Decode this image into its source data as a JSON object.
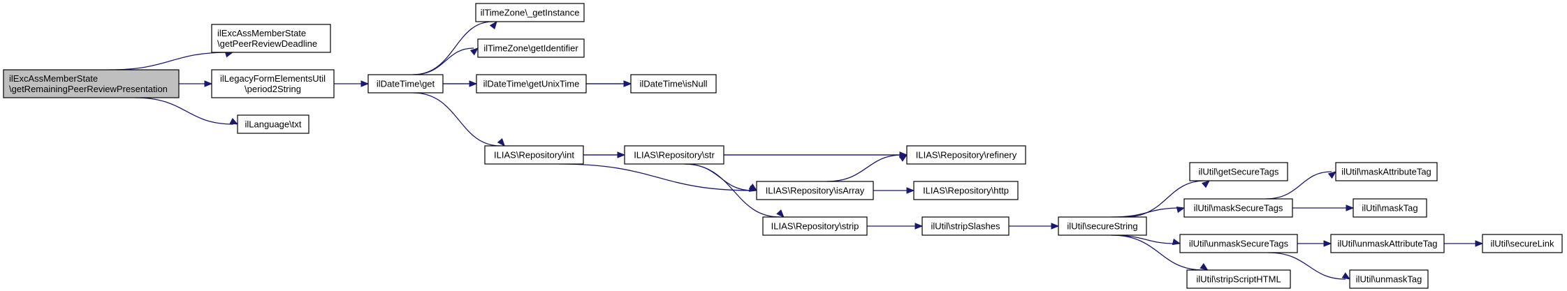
{
  "diagram": {
    "type": "call-graph",
    "root": "root",
    "colors": {
      "edge": "#191970",
      "root_fill": "#bfbfbf",
      "node_fill": "#ffffff",
      "border": "#000000"
    },
    "nodes": [
      {
        "id": "root",
        "lines": [
          "ilExcAssMemberState",
          "\\getRemainingPeerReviewPresentation"
        ],
        "align": "left"
      },
      {
        "id": "deadline",
        "lines": [
          "ilExcAssMemberState",
          "\\getPeerReviewDeadline"
        ],
        "align": "left"
      },
      {
        "id": "period2",
        "lines": [
          "ilLegacyFormElementsUtil",
          "\\period2String"
        ],
        "align": "center"
      },
      {
        "id": "lngtxt",
        "lines": [
          "ilLanguage\\txt"
        ]
      },
      {
        "id": "dtget",
        "lines": [
          "ilDateTime\\get"
        ]
      },
      {
        "id": "tzinst",
        "lines": [
          "ilTimeZone\\_getInstance"
        ]
      },
      {
        "id": "tzid",
        "lines": [
          "ilTimeZone\\getIdentifier"
        ]
      },
      {
        "id": "unix",
        "lines": [
          "ilDateTime\\getUnixTime"
        ]
      },
      {
        "id": "isnull",
        "lines": [
          "ilDateTime\\isNull"
        ]
      },
      {
        "id": "rint",
        "lines": [
          "ILIAS\\Repository\\int"
        ]
      },
      {
        "id": "rstr",
        "lines": [
          "ILIAS\\Repository\\str"
        ]
      },
      {
        "id": "refinery",
        "lines": [
          "ILIAS\\Repository\\refinery"
        ]
      },
      {
        "id": "isarray",
        "lines": [
          "ILIAS\\Repository\\isArray"
        ]
      },
      {
        "id": "http",
        "lines": [
          "ILIAS\\Repository\\http"
        ]
      },
      {
        "id": "strip",
        "lines": [
          "ILIAS\\Repository\\strip"
        ]
      },
      {
        "id": "stripslashes",
        "lines": [
          "ilUtil\\stripSlashes"
        ]
      },
      {
        "id": "securestring",
        "lines": [
          "ilUtil\\secureString"
        ]
      },
      {
        "id": "getsecuretags",
        "lines": [
          "ilUtil\\getSecureTags"
        ]
      },
      {
        "id": "masksecuretags",
        "lines": [
          "ilUtil\\maskSecureTags"
        ]
      },
      {
        "id": "unmasksecuretags",
        "lines": [
          "ilUtil\\unmaskSecureTags"
        ]
      },
      {
        "id": "stripscript",
        "lines": [
          "ilUtil\\stripScriptHTML"
        ]
      },
      {
        "id": "maskattr",
        "lines": [
          "ilUtil\\maskAttributeTag"
        ]
      },
      {
        "id": "masktag",
        "lines": [
          "ilUtil\\maskTag"
        ]
      },
      {
        "id": "unmaskattr",
        "lines": [
          "ilUtil\\unmaskAttributeTag"
        ]
      },
      {
        "id": "unmasktag",
        "lines": [
          "ilUtil\\unmaskTag"
        ]
      },
      {
        "id": "securelink",
        "lines": [
          "ilUtil\\secureLink"
        ]
      }
    ],
    "edges": [
      [
        "root",
        "deadline"
      ],
      [
        "root",
        "period2"
      ],
      [
        "root",
        "lngtxt"
      ],
      [
        "period2",
        "dtget"
      ],
      [
        "dtget",
        "tzinst"
      ],
      [
        "dtget",
        "tzid"
      ],
      [
        "dtget",
        "unix"
      ],
      [
        "dtget",
        "isnull"
      ],
      [
        "dtget",
        "rint"
      ],
      [
        "unix",
        "isnull"
      ],
      [
        "rint",
        "rstr"
      ],
      [
        "rint",
        "refinery"
      ],
      [
        "rint",
        "isarray"
      ],
      [
        "rstr",
        "refinery"
      ],
      [
        "rstr",
        "isarray"
      ],
      [
        "rstr",
        "strip"
      ],
      [
        "isarray",
        "refinery"
      ],
      [
        "isarray",
        "http"
      ],
      [
        "strip",
        "stripslashes"
      ],
      [
        "stripslashes",
        "securestring"
      ],
      [
        "securestring",
        "getsecuretags"
      ],
      [
        "securestring",
        "masksecuretags"
      ],
      [
        "securestring",
        "unmasksecuretags"
      ],
      [
        "securestring",
        "stripscript"
      ],
      [
        "masksecuretags",
        "maskattr"
      ],
      [
        "masksecuretags",
        "masktag"
      ],
      [
        "unmasksecuretags",
        "unmaskattr"
      ],
      [
        "unmasksecuretags",
        "unmasktag"
      ],
      [
        "unmaskattr",
        "securelink"
      ]
    ]
  }
}
